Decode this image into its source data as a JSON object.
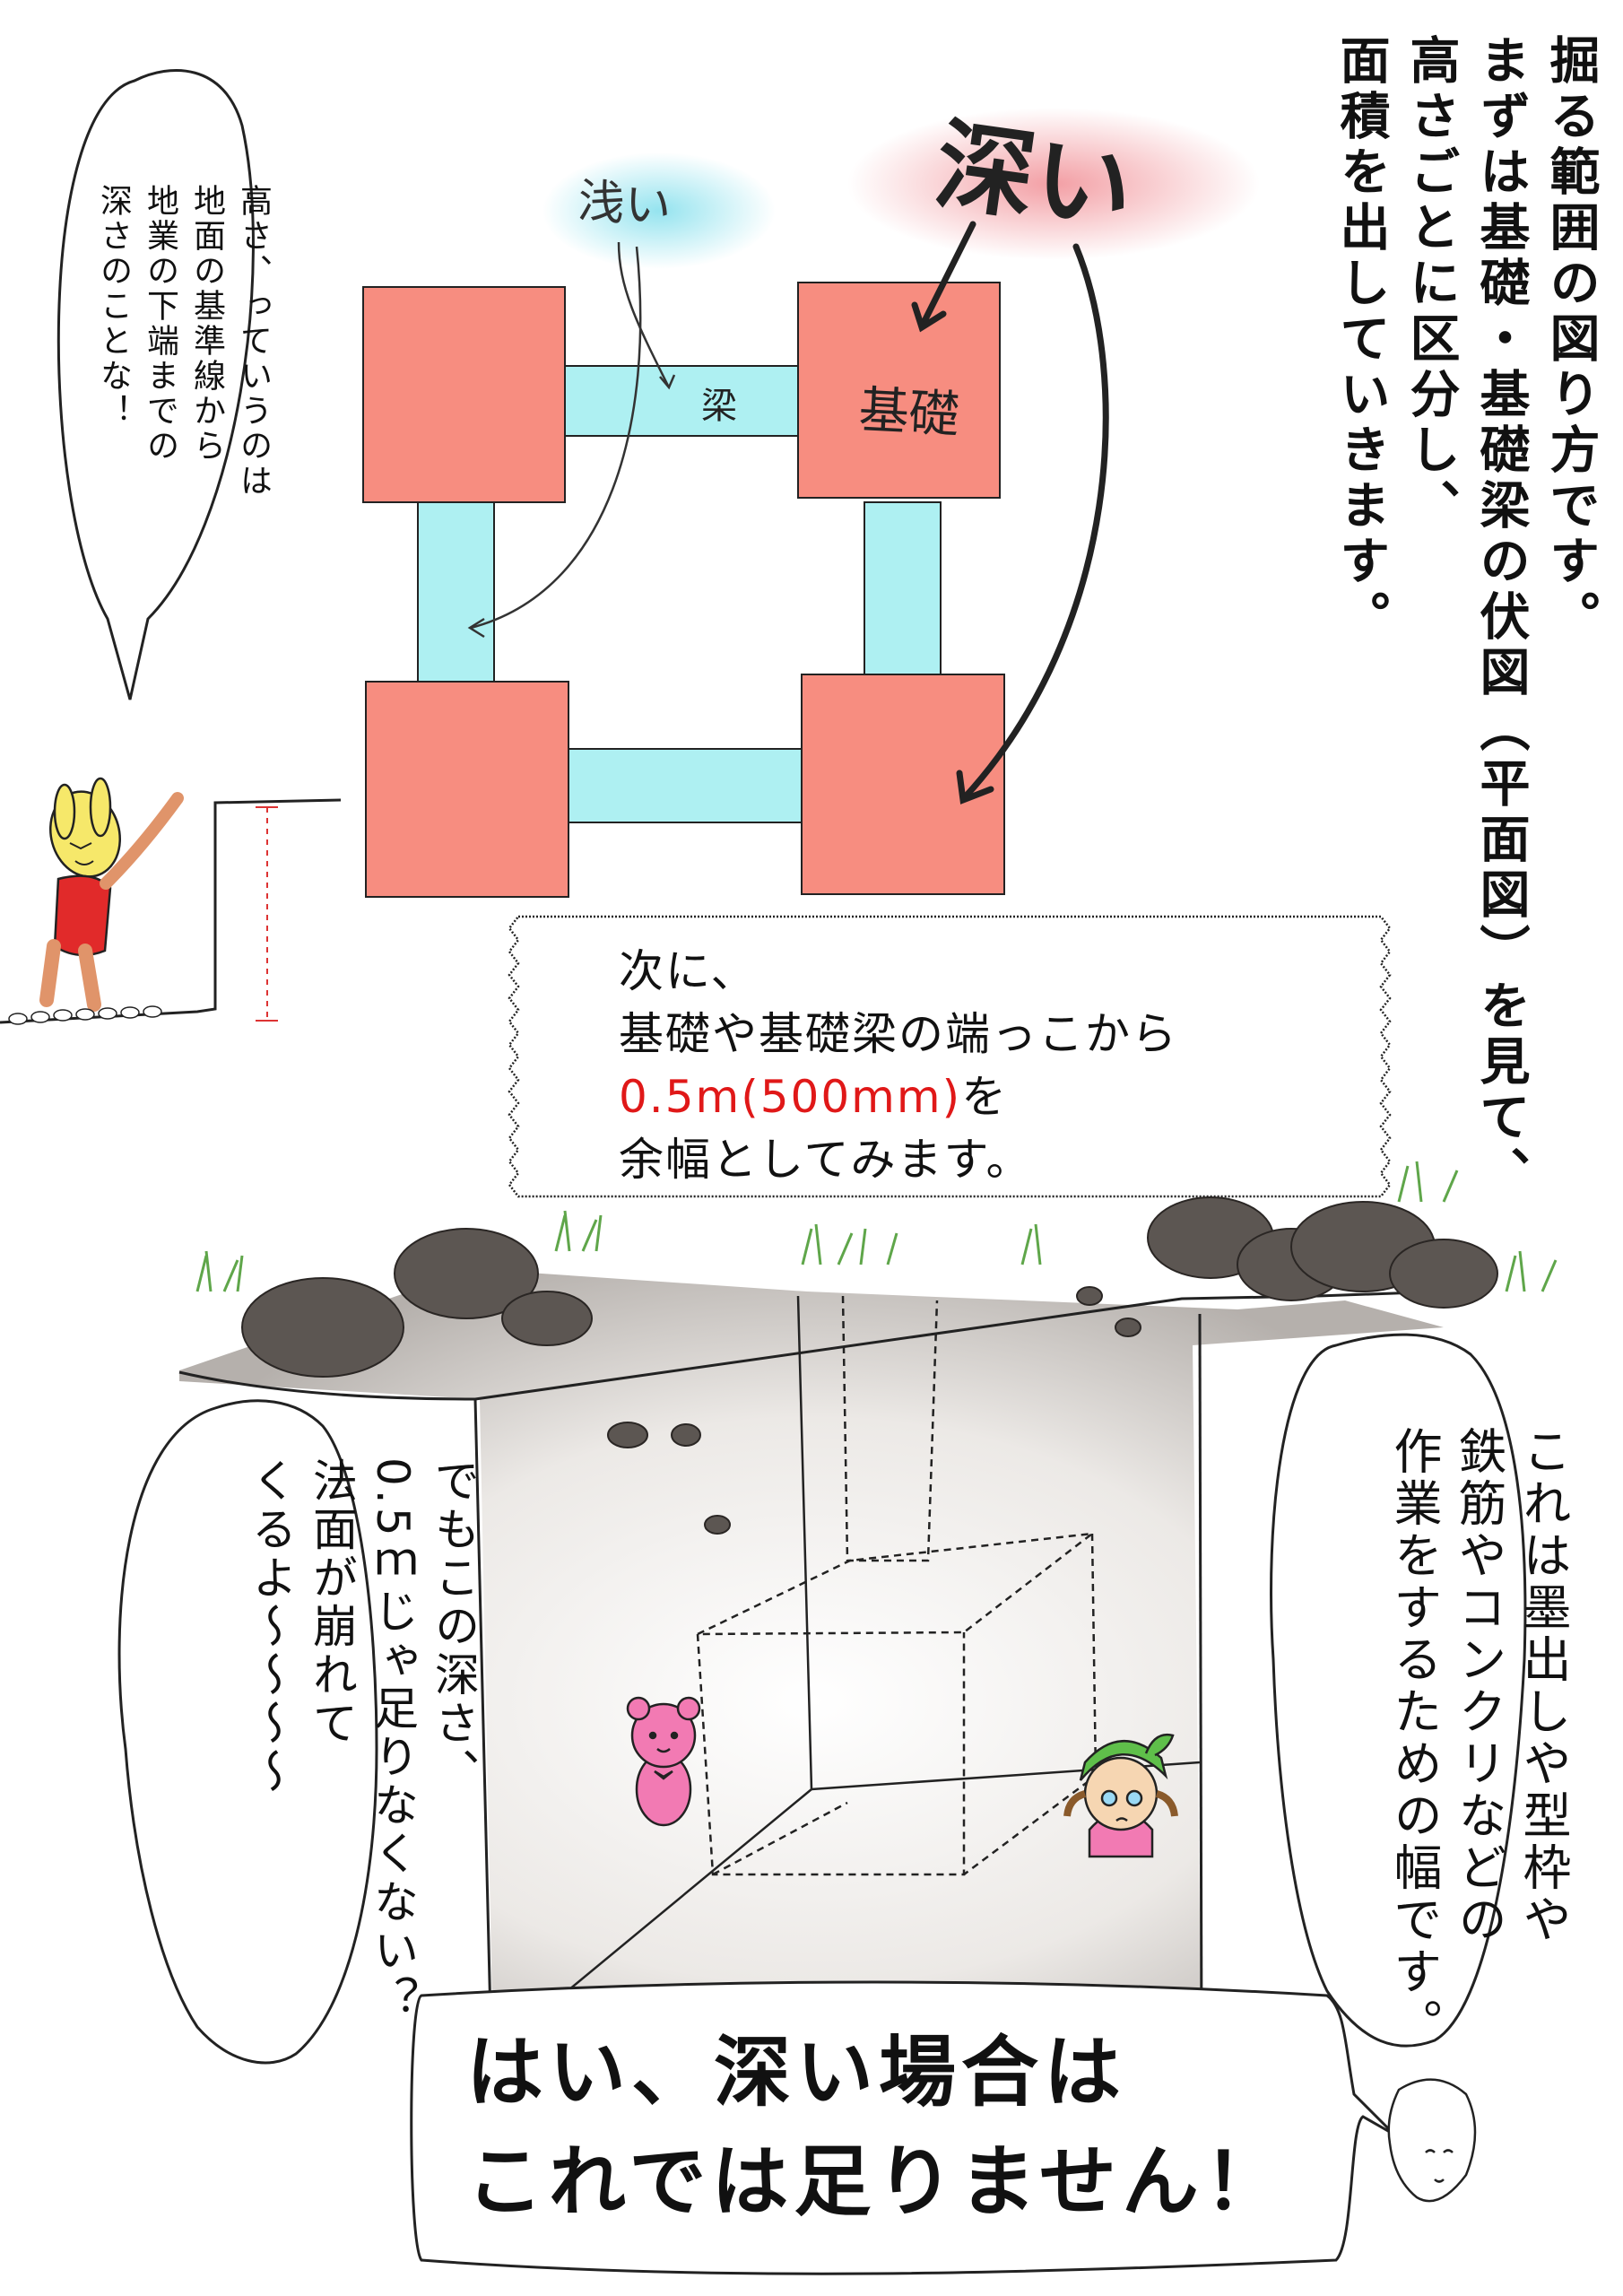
{
  "narration": {
    "lines": [
      "掘る範囲の図り方です。",
      "まずは基礎・基礎梁の伏図（平面図）を見て、",
      "高さごとに区分し、",
      "面積を出していきます。"
    ]
  },
  "bubble_left": {
    "lines": [
      "高さ、っていうのは",
      "地面の基準線から",
      "地業の下端までの",
      "深さのことな！"
    ]
  },
  "diagram": {
    "label_deep": "深い",
    "label_shallow": "浅い",
    "label_beam": "梁",
    "label_foundation": "基礎",
    "colors": {
      "foundation": "#f78d80",
      "beam": "#aef0f2",
      "deep_highlight": "#f2a0a4",
      "shallow_highlight": "#9ee6f0"
    }
  },
  "note_box": {
    "line1": "次に、",
    "line2": "基礎や基礎梁の端っこから",
    "line3_red": "0.5m(500mm)",
    "line3_rest": "を",
    "line4": "余幅としてみます。",
    "accent": "#e01818"
  },
  "bubble_right": {
    "lines": [
      "これは墨出しや型枠や",
      "鉄筋やコンクリなどの",
      "作業をするための幅です。"
    ]
  },
  "bubble_center_left": {
    "lines": [
      "でもこの深さ、",
      "0.5ｍじゃ足りなくない？",
      "法面が崩れて",
      "くるよ〜〜〜〜"
    ]
  },
  "final_statement": {
    "line1": "はい、深い場合は",
    "line2": "これでは足りません！"
  }
}
